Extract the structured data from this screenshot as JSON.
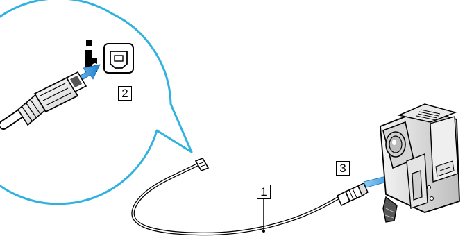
{
  "callouts": [
    {
      "label": "1"
    },
    {
      "label": "2"
    },
    {
      "label": "3"
    }
  ],
  "colors": {
    "magnifier_stroke": "#2fb2df",
    "arrow_fill": "#2a8fd6",
    "outline": "#000000"
  },
  "icons": [
    "i-link-icon",
    "ieee1394-port-icon"
  ]
}
